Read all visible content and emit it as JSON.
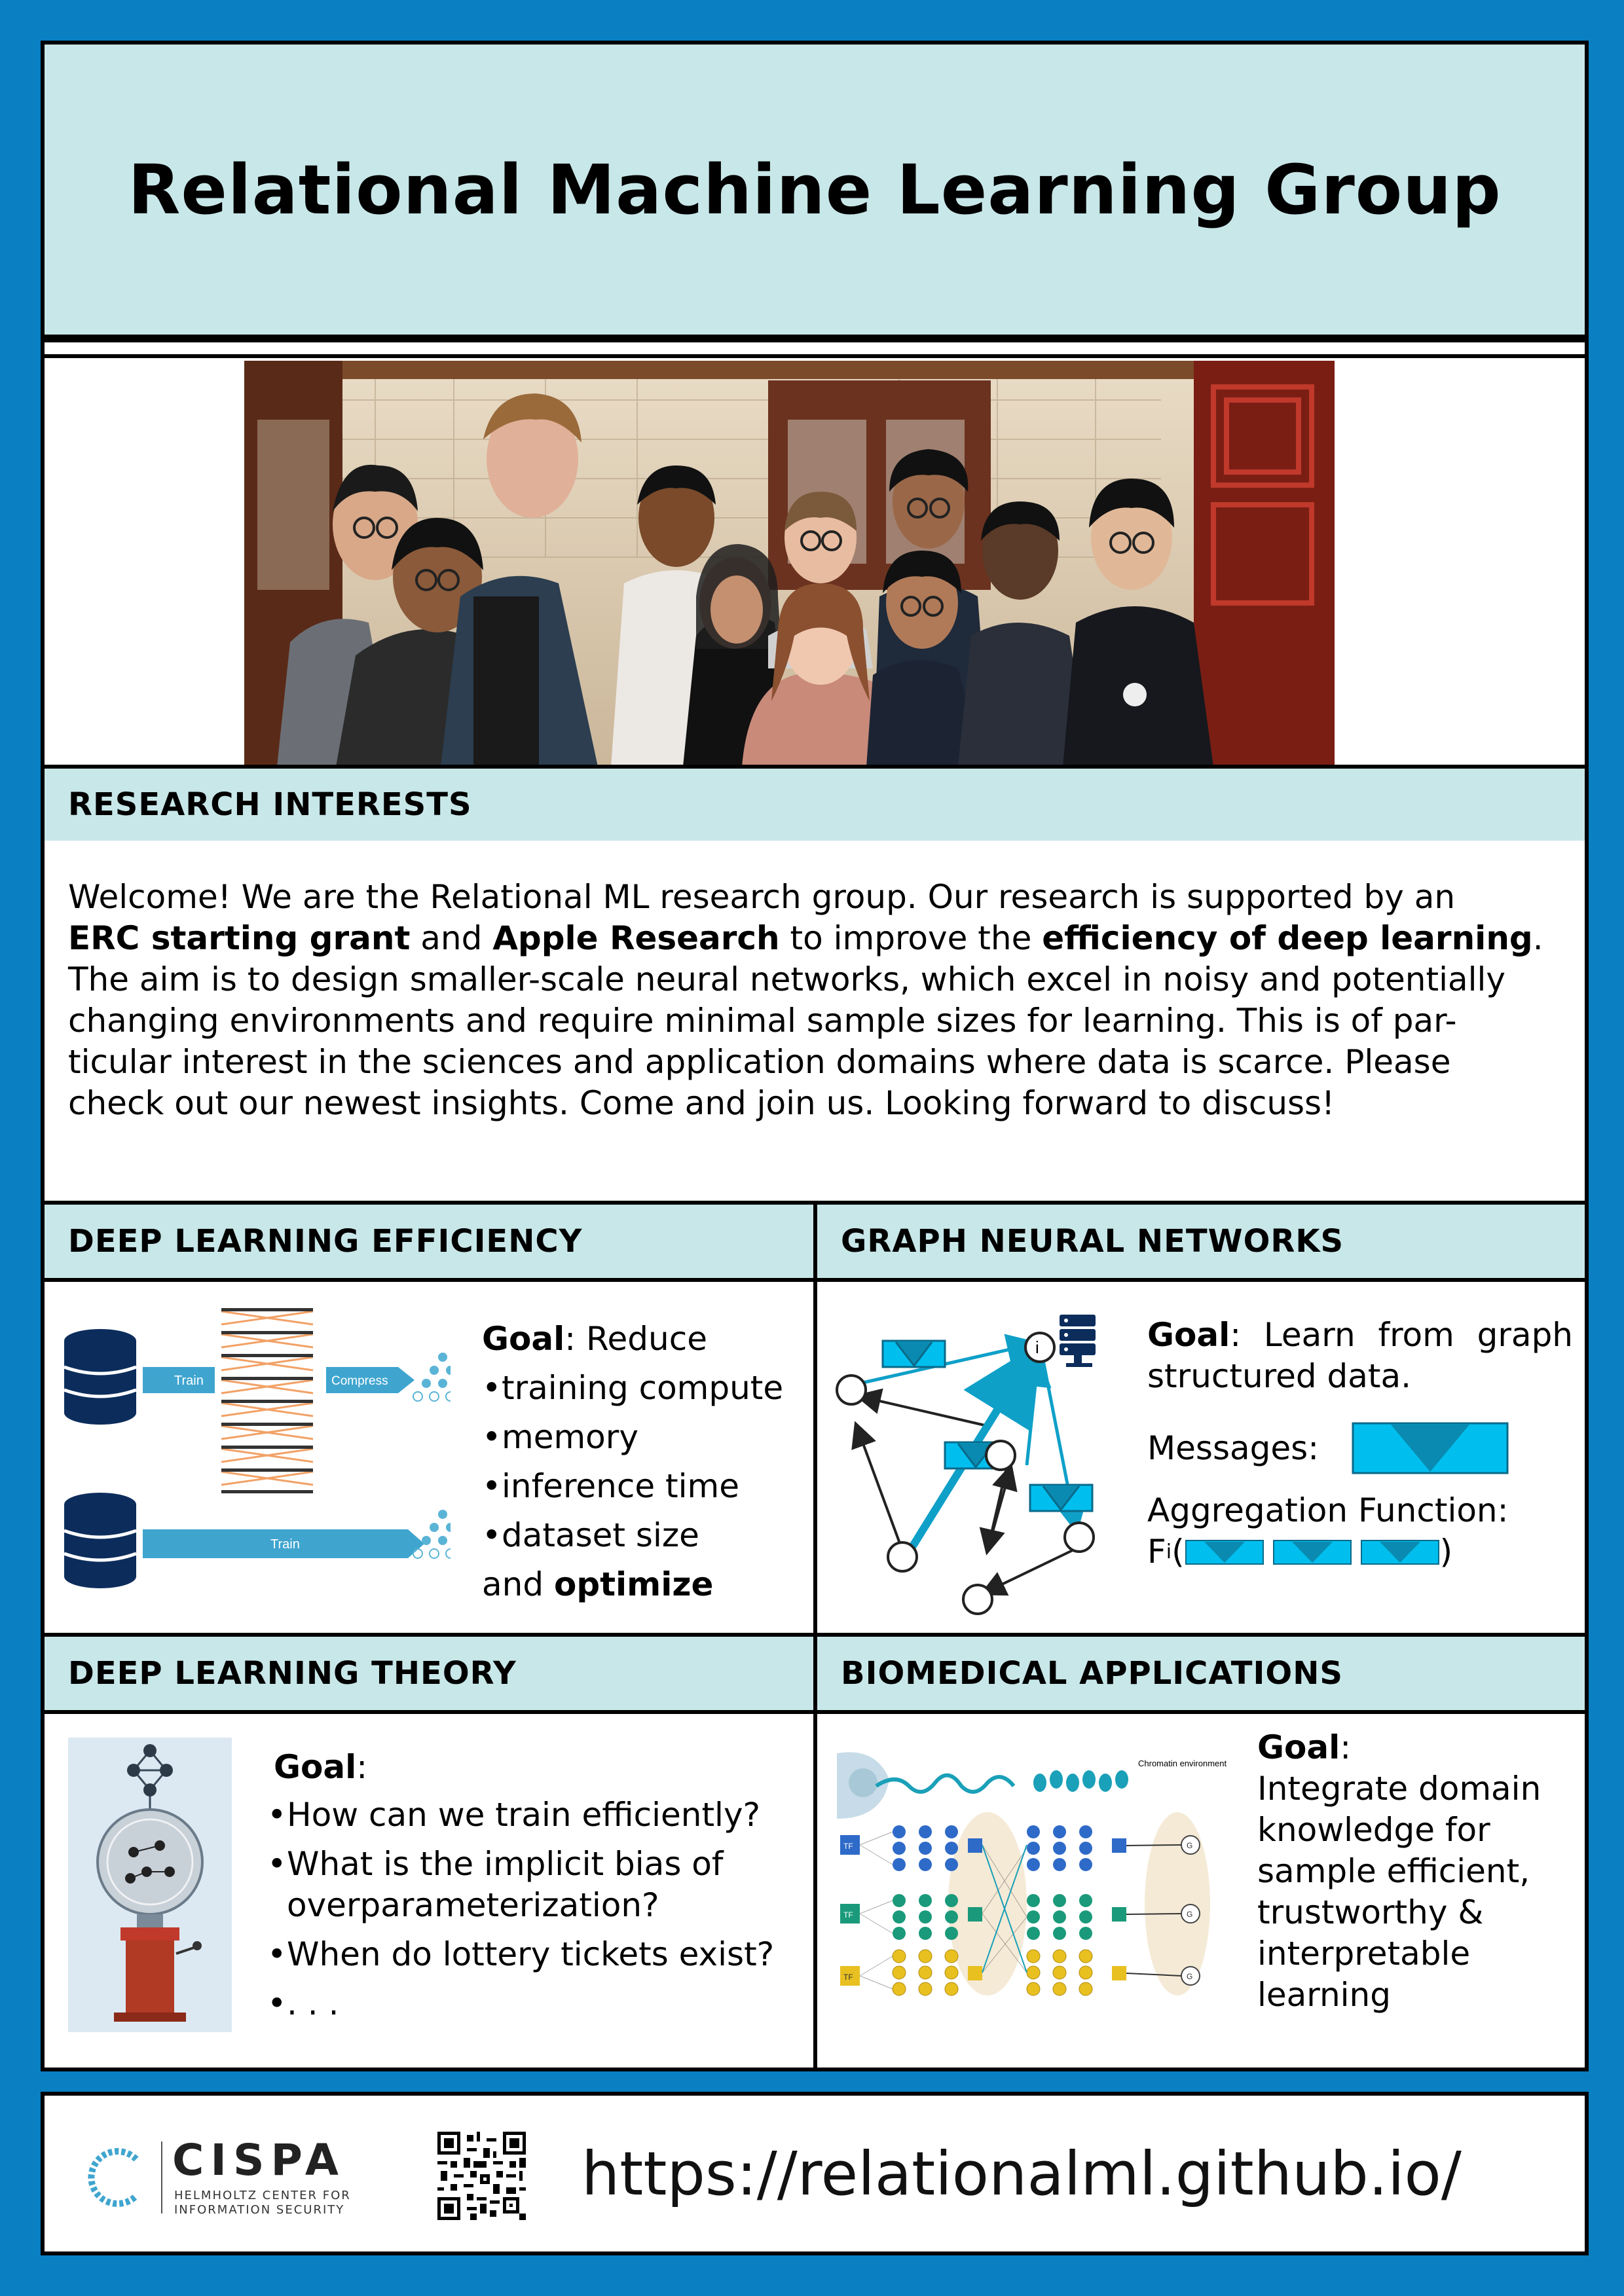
{
  "title": "Relational Machine Learning Group",
  "research_interests": {
    "heading": "RESEARCH INTERESTS",
    "p1": "Welcome! We are the Relational ML research group. Our research is supported by an",
    "b1": "ERC starting grant",
    "t1": " and ",
    "b2": "Apple Research",
    "t2": " to improve the ",
    "b3": "efficiency of deep learning",
    "t3": ".",
    "p2": "The aim is to design smaller-scale neural networks, which excel in noisy and potentially changing environments and require minimal sample sizes for learning. This is of par-ticular interest in the sciences and application domains where data is scarce. Please check out our newest insights. Come and join us. Looking forward to discuss!"
  },
  "dle": {
    "heading": "DEEP LEARNING EFFICIENCY",
    "goal_label": "Goal",
    "goal_rest": ": Reduce",
    "items": [
      "training compute",
      "memory",
      "inference time",
      "dataset size"
    ],
    "and_text": "and ",
    "optimize": "optimize",
    "train_label": "Train",
    "compress_label": "Compress",
    "train_label_2": "Train"
  },
  "gnn": {
    "heading": "GRAPH NEURAL NETWORKS",
    "goal_label": "Goal",
    "goal_rest": ":  Learn from graph structured data.",
    "messages_label": "Messages:",
    "aggregation_label": "Aggregation Function:",
    "func_prefix": "F",
    "func_sub": "i",
    "node_i": "i"
  },
  "dlt": {
    "heading": "DEEP LEARNING THEORY",
    "goal_label": "Goal",
    "goal_rest": ":",
    "items": [
      "How can we train efficiently?",
      "What is the implicit bias of overparameterization?",
      "When do lottery tickets exist?",
      ". . ."
    ]
  },
  "bio": {
    "heading": "BIOMEDICAL APPLICATIONS",
    "goal_label": "Goal",
    "goal_rest": ":",
    "text": "Integrate domain knowledge for sample efficient, trustworthy & interpretable learning",
    "chromatin": "Chromatin environment",
    "tf_labels": [
      "TF",
      "TF",
      "TF"
    ],
    "g_labels": [
      "G",
      "G",
      "G"
    ]
  },
  "footer": {
    "logo_name": "CISPA",
    "logo_sub1": "HELMHOLTZ CENTER FOR",
    "logo_sub2": "INFORMATION SECURITY",
    "url": "https://relationalml.github.io/"
  },
  "colors": {
    "background": "#0a7fc2",
    "header": "#c8e7e9",
    "accent": "#00b8e6",
    "dark_navy": "#0c2d5c"
  }
}
